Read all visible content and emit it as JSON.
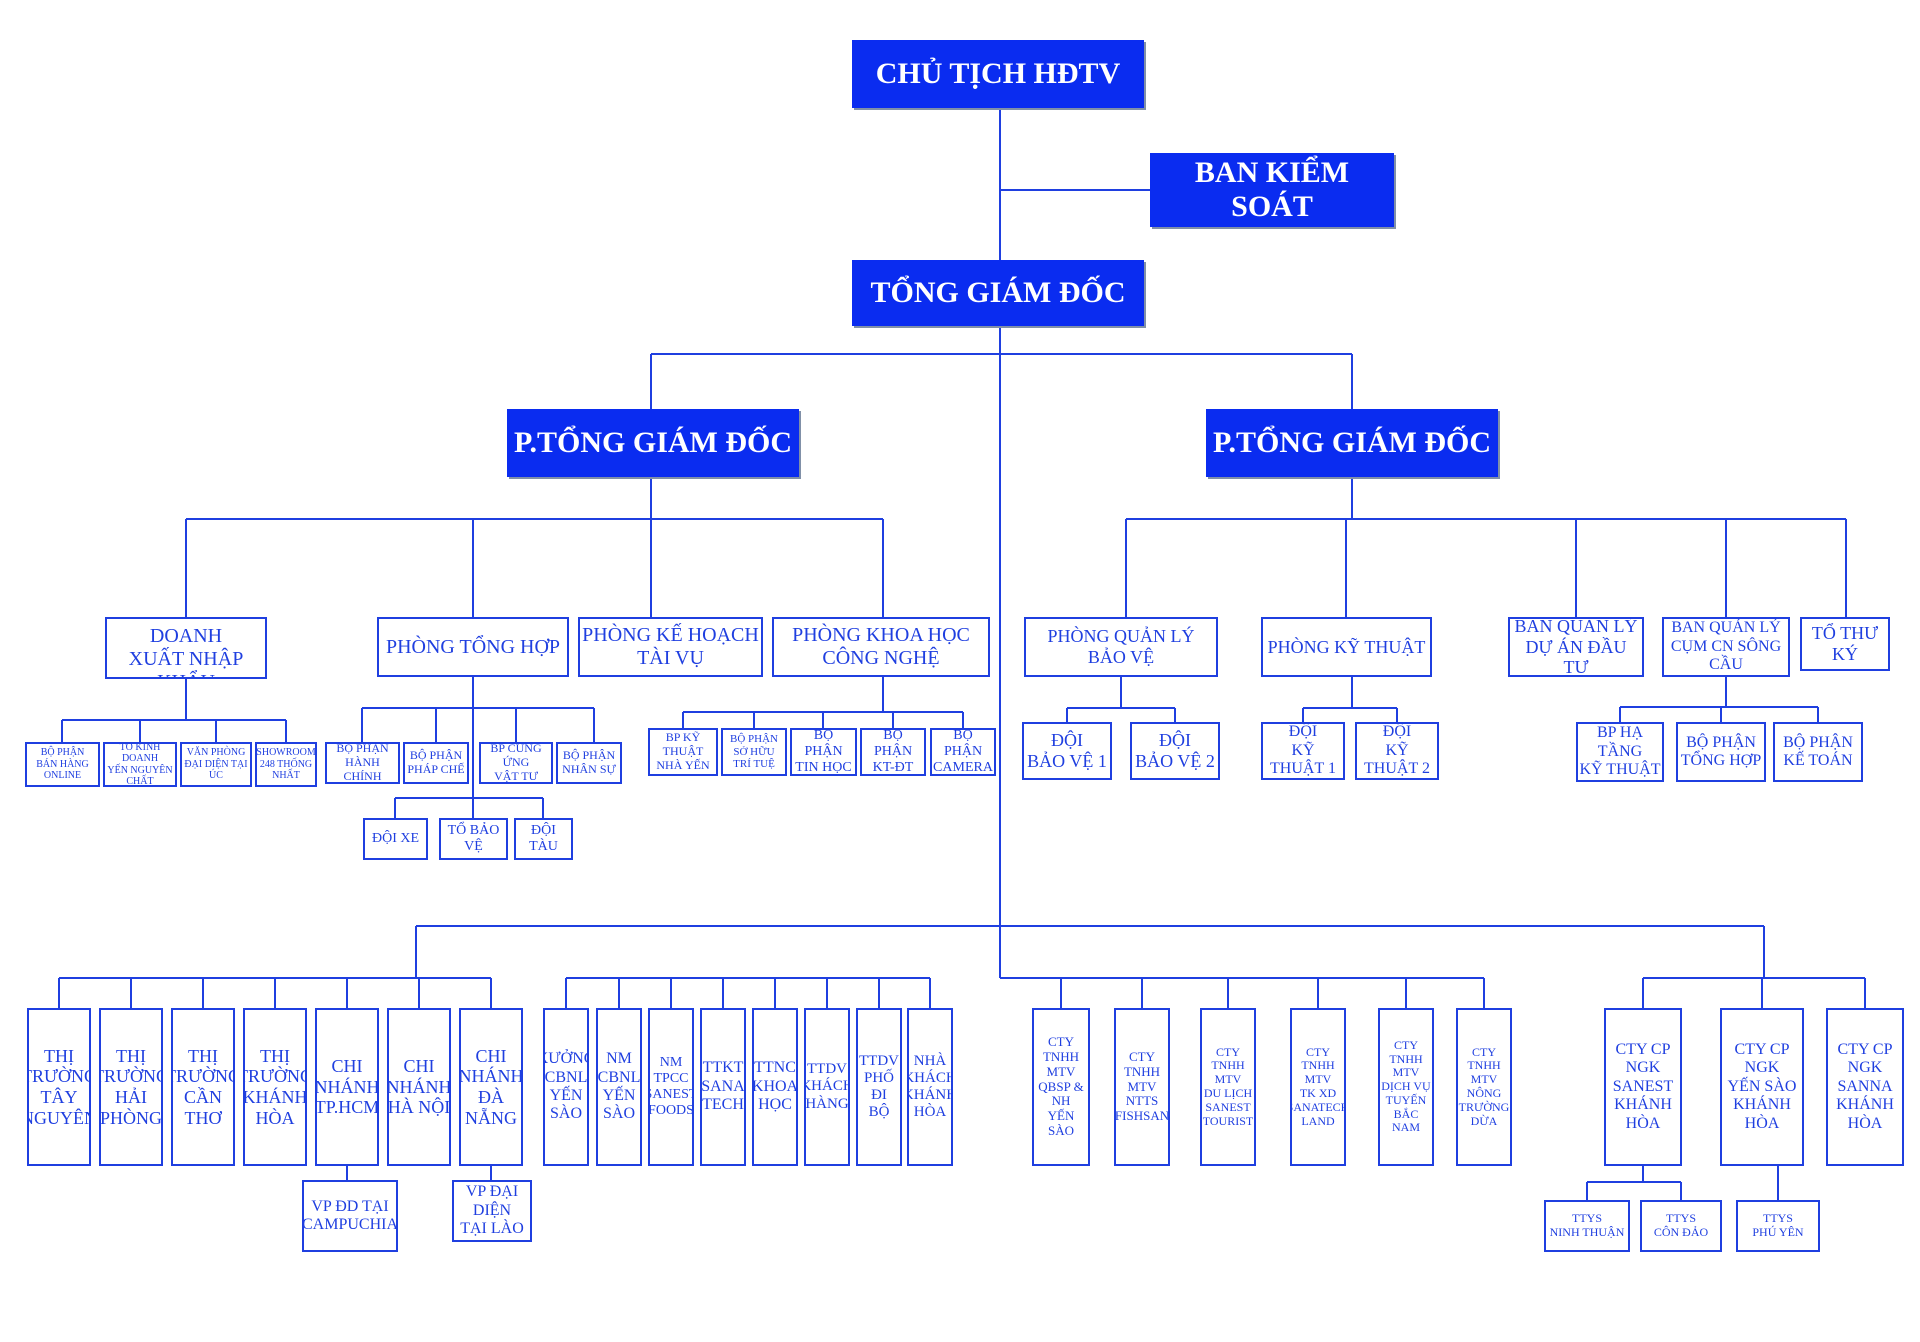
{
  "colors": {
    "primary": "#0a2cf0",
    "line": "#1f3fe0",
    "background": "#ffffff"
  },
  "top": {
    "chairman": "CHỦ TỊCH HĐTV",
    "supervisory": "BAN KIỂM SOÁT",
    "ceo": "TỔNG GIÁM ĐỐC",
    "deputy_left": "P.TỔNG GIÁM ĐỐC",
    "deputy_right": "P.TỔNG GIÁM ĐỐC"
  },
  "left_depts": {
    "kinh_doanh": "PHÒNG KINH DOANH\nXUẤT NHẬP KHẨU",
    "tong_hop": "PHÒNG TỔNG HỢP",
    "ke_hoach": "PHÒNG KẾ HOẠCH\nTÀI VỤ",
    "khoa_hoc": "PHÒNG KHOA HỌC\nCÔNG NGHỆ"
  },
  "kinh_doanh_units": [
    "BỘ PHẬN\nBÁN HÀNG ONLINE",
    "TỔ KINH DOANH\nYẾN NGUYÊN CHẤT",
    "VĂN PHÒNG\nĐẠI DIỆN TẠI ÚC",
    "SHOWROOM\n248 THỐNG NHẤT"
  ],
  "tong_hop_units": [
    "BỘ PHẬN\nHÀNH CHÍNH",
    "BỘ PHẬN\nPHÁP CHẾ",
    "BP CUNG ỨNG\nVẬT TƯ",
    "BỘ PHẬN\nNHÂN SỰ"
  ],
  "hanh_chinh_units": [
    "ĐỘI XE",
    "TỔ BẢO VỆ",
    "ĐỘI TÀU"
  ],
  "khoa_hoc_units": [
    "BP KỸ THUẬT\nNHÀ YẾN",
    "BỘ PHẬN\nSỞ HỮU TRÍ TUỆ",
    "BỘ PHẬN\nTIN HỌC",
    "BỘ PHẬN\nKT-ĐT",
    "BỘ PHẬN\nCAMERA"
  ],
  "right_depts": {
    "quan_ly_bao_ve": "PHÒNG QUẢN LÝ BẢO VỆ",
    "ky_thuat": "PHÒNG KỸ THUẬT",
    "ban_ql_du_an": "BAN QUẢN LÝ\nDỰ ÁN ĐẦU TƯ",
    "ban_ql_cum": "BAN QUẢN LÝ\nCỤM CN SÔNG CẦU",
    "to_thu_ky": "TỔ THƯ KÝ"
  },
  "bao_ve_units": [
    "ĐỘI\nBẢO VỆ 1",
    "ĐỘI\nBẢO VỆ 2"
  ],
  "ky_thuat_units": [
    "ĐỘI\nKỸ THUẬT 1",
    "ĐỘI\nKỸ THUẬT 2"
  ],
  "cum_cn_units": [
    "BP HẠ TẦNG\nKỸ THUẬT",
    "BỘ PHẬN\nTỔNG HỢP",
    "BỘ PHẬN\nKẾ TOÁN"
  ],
  "markets": [
    "THỊ\nTRƯỜNG\nTÂY\nNGUYÊN",
    "THỊ\nTRƯỜNG\nHẢI\nPHÒNG",
    "THỊ\nTRƯỜNG\nCẦN\nTHƠ",
    "THỊ\nTRƯỜNG\nKHÁNH\nHÒA",
    "CHI\nNHÁNH\nTP.HCM",
    "CHI\nNHÁNH\nHÀ NỘI",
    "CHI\nNHÁNH\nĐÀ NẴNG"
  ],
  "branch_offices": [
    "VP ĐD TẠI\nCAMPUCHIA",
    "VP ĐẠI DIỆN\nTẠI LÀO"
  ],
  "factories": [
    "XƯỞNG\nCBNL\nYẾN\nSÀO",
    "NM\nCBNL\nYẾN\nSÀO",
    "NM\nTPCC\nSANEST\nFOODS",
    "TTKT\nSANA\nTECH",
    "TTNC\nKHOA\nHỌC",
    "TTDV\nKHÁCH\nHÀNG",
    "TTDV\nPHỐ ĐI\nBỘ",
    "NHÀ\nKHÁCH\nKHÁNH\nHÒA"
  ],
  "companies": [
    "CTY\nTNHH\nMTV\nQBSP & NH\nYẾN SÀO",
    "CTY\nTNHH\nMTV\nNTTS\nFISHSAN",
    "CTY\nTNHH MTV\nDU LỊCH\nSANEST\nTOURIST",
    "CTY\nTNHH MTV\nTK XD\nSANATECH\nLAND",
    "CTY\nTNHH MTV\nDỊCH VỤ\nTUYẾN\nBẮC NAM",
    "CTY\nTNHH MTV\nNÔNG\nTRƯỜNG\nDỪA"
  ],
  "jsc": [
    "CTY CP\nNGK\nSANEST\nKHÁNH HÒA",
    "CTY CP\nNGK\nYẾN SÀO\nKHÁNH HÒA",
    "CTY CP\nNGK\nSANNA\nKHÁNH HÒA"
  ],
  "ttys": [
    "TTYS\nNINH THUẬN",
    "TTYS\nCÔN ĐẢO",
    "TTYS\nPHÚ YÊN"
  ]
}
